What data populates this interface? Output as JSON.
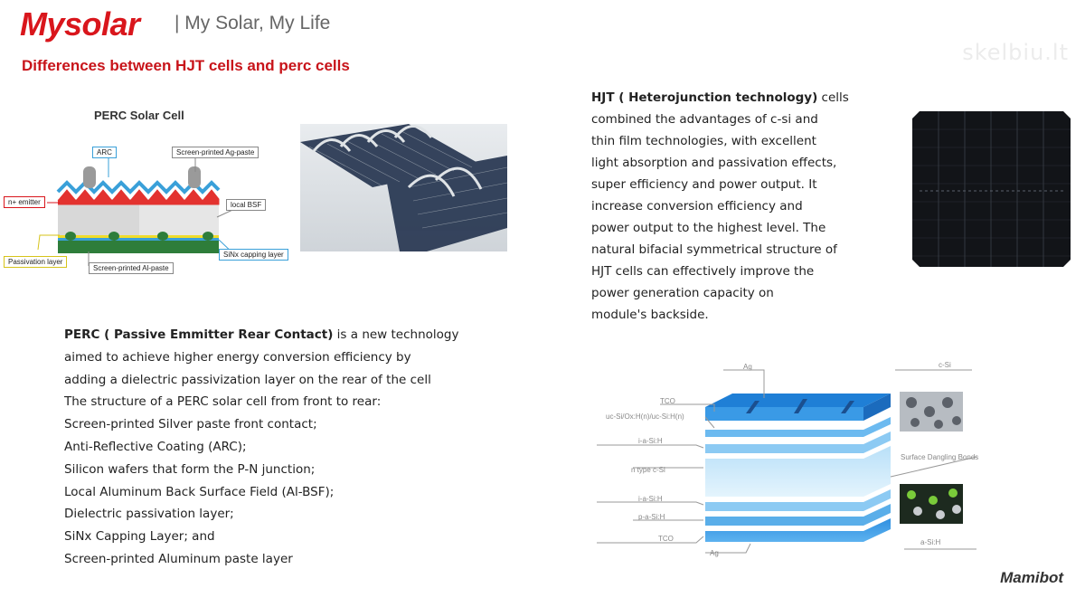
{
  "header": {
    "brand": "Mysolar",
    "tagline": "| My Solar, My Life",
    "subtitle": "Differences between HJT cells and perc cells",
    "watermark": "skelbiu.lt",
    "footer_brand": "Mamibot"
  },
  "perc_diagram": {
    "title": "PERC Solar Cell",
    "labels": {
      "arc": "ARC",
      "ag_paste": "Screen-printed Ag-paste",
      "n_emitter": "n+ emitter",
      "local_bsf": "local BSF",
      "passivation": "Passivation layer",
      "sinx": "SiNx capping layer",
      "al_paste": "Screen-printed Al-paste"
    }
  },
  "hjt_description": {
    "title": "HJT  ( Heterojunction technology)",
    "lines": [
      " cells",
      "combined the advantages of c-si and",
      "thin film technologies, with excellent",
      "light absorption and passivation effects,",
      "super efficiency and power output. It",
      "increase conversion efficiency and",
      "power output to the highest level. The",
      "natural bifacial symmetrical structure of",
      "HJT cells can effectively improve the",
      "power generation capacity on",
      "module's backside."
    ]
  },
  "perc_description": {
    "title": "PERC ( Passive Emmitter Rear Contact)",
    "title_rest": " is a new technology",
    "lines": [
      "aimed to achieve higher energy conversion efficiency by",
      "adding a dielectric passivization layer on the rear of the cell",
      "The structure of a PERC solar cell from front to rear:",
      "Screen-printed Silver paste front contact;",
      "Anti-Reflective Coating (ARC);",
      "Silicon wafers that form the P-N junction;",
      "Local Aluminum Back Surface Field (Al-BSF);",
      "Dielectric passivation layer;",
      "SiNx Capping Layer; and",
      "Screen-printed Aluminum paste layer"
    ]
  },
  "hjt_diagram": {
    "labels": {
      "ag_top": "Ag",
      "tco_top": "TCO",
      "uc_si": "uc-Si/Ox:H(n)/uc-Si:H(n)",
      "i_a_si_top": "i-a-Si:H",
      "n_type": "n type c-Si",
      "i_a_si_bottom": "i-a-Si:H",
      "p_a_si": "p-a-Si:H",
      "tco_bottom": "TCO",
      "ag_bottom": "Ag",
      "c_si": "c-Si",
      "dangling": "Surface Dangling Bonds",
      "a_si": "a-Si:H"
    }
  }
}
